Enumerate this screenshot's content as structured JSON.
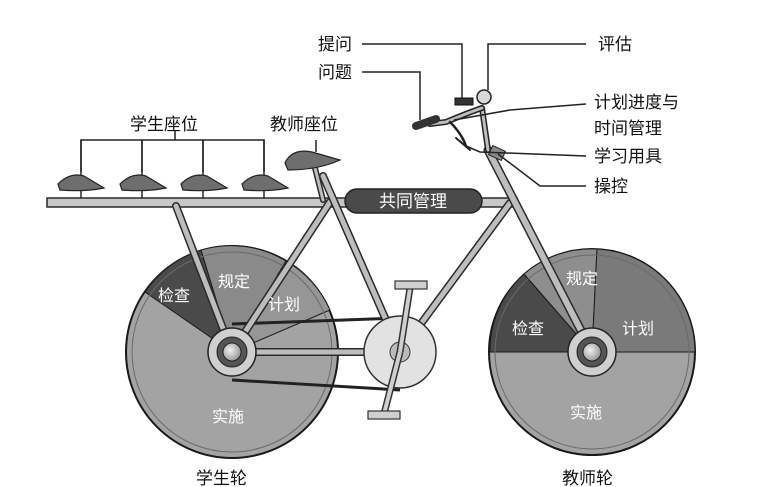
{
  "callouts": {
    "tiwen": "提问",
    "wenti": "问题",
    "pinggu": "评估",
    "jihua_jindu": "计划进度与",
    "shijian_guanli": "时间管理",
    "xuexi_yongju": "学习用具",
    "caokong": "操控",
    "xuesheng_zuowei": "学生座位",
    "jiaoshi_zuowei": "教师座位",
    "gongtong_guanli": "共同管理"
  },
  "student_wheel": {
    "caption": "学生轮",
    "segments": {
      "jiancha": "检查",
      "guiding": "规定",
      "jihua": "计划",
      "shishi": "实施"
    }
  },
  "teacher_wheel": {
    "caption": "教师轮",
    "segments": {
      "jiancha": "检查",
      "guiding": "规定",
      "jihua": "计划",
      "shishi": "实施"
    }
  },
  "colors": {
    "wheel_light": "#a3a3a3",
    "wheel_mid": "#8e8e8e",
    "wheel_dark": "#4a4a4a",
    "frame": "#bdbdbd",
    "seat": "#6e6e6e"
  }
}
